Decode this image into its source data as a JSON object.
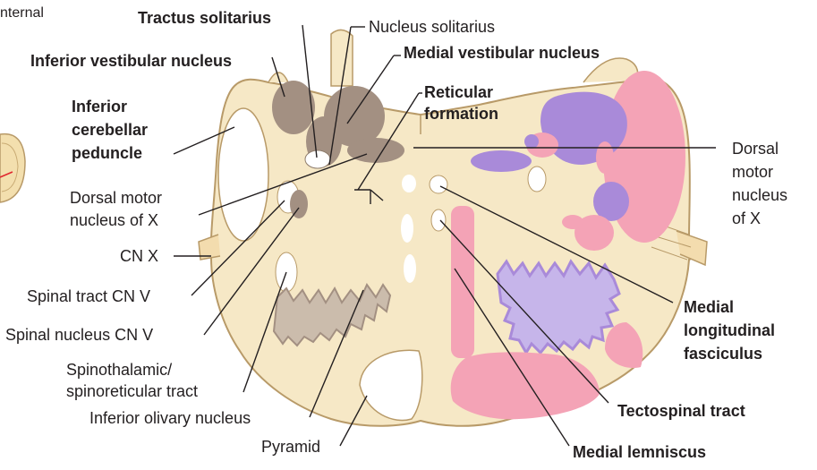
{
  "labels": {
    "internal": "nternal",
    "tractus_solitarius": "Tractus solitarius",
    "nucleus_solitarius": "Nucleus solitarius",
    "inferior_vestibular": "Inferior vestibular nucleus",
    "medial_vestibular": "Medial vestibular nucleus",
    "reticular_1": "Reticular",
    "reticular_2": "formation",
    "inf_cerebellar_1": "Inferior",
    "inf_cerebellar_2": "cerebellar",
    "inf_cerebellar_3": "peduncle",
    "dmx_left_1": "Dorsal motor",
    "dmx_left_2": "nucleus of X",
    "dmx_right_1": "Dorsal",
    "dmx_right_2": "motor",
    "dmx_right_3": "nucleus",
    "dmx_right_4": "of X",
    "cn_x": "CN X",
    "spinal_tract": "Spinal tract CN V",
    "spinal_nucleus": "Spinal nucleus CN V",
    "spinothalamic_1": "Spinothalamic/",
    "spinothalamic_2": "spinoreticular tract",
    "inferior_olivary": "Inferior olivary nucleus",
    "pyramid": "Pyramid",
    "mlf_1": "Medial",
    "mlf_2": "longitudinal",
    "mlf_3": "fasciculus",
    "tectospinal": "Tectospinal tract",
    "medial_lemniscus": "Medial lemniscus"
  },
  "colors": {
    "tissue": "#f6e8c6",
    "outline": "#b89a68",
    "nucleus_brown": "#a39082",
    "white_matter": "#ffffff",
    "purple": "#a98ad9",
    "pink": "#f4a3b6",
    "leader": "#231f20"
  }
}
